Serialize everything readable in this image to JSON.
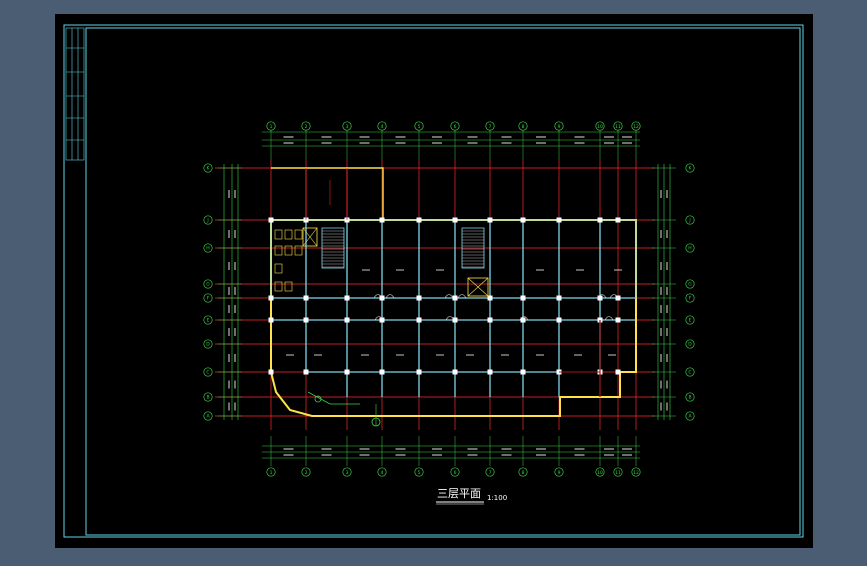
{
  "colors": {
    "outer_bg": "#4a5d73",
    "canvas": "#000000",
    "frame": "#5fd3e6",
    "grid_green": "#3fd24a",
    "axis_red": "#ff2a2a",
    "wall_yellow": "#ffe14a",
    "wall_cyan": "#7fd6ea",
    "dim_white": "#e8e8e8",
    "dark_red": "#a01818"
  },
  "drawing": {
    "title": "三层平面",
    "scale": "1:100"
  },
  "grid": {
    "columns": [
      "1",
      "2",
      "3",
      "4",
      "5",
      "6",
      "7",
      "8",
      "9",
      "10",
      "11",
      "12"
    ],
    "rows": [
      "A",
      "B",
      "C",
      "D",
      "E",
      "F",
      "G",
      "H",
      "J",
      "K"
    ]
  }
}
